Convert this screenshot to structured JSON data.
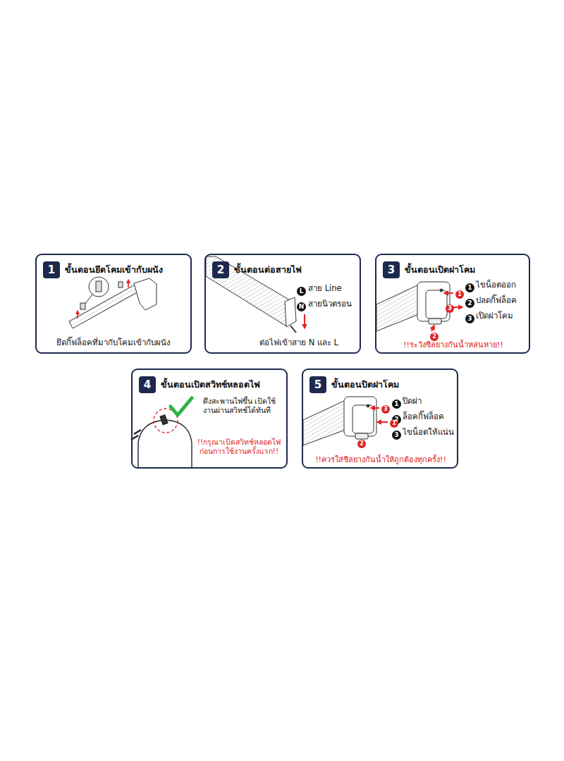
{
  "diagram": {
    "nodes": [
      {
        "text": [
          "ขั้นตอนยึดโคมเข้ากับผนัง",
          "ยึดกิ๊ฟล็อคที่มากับโคมเข้ากับผนัง"
        ]
      },
      {
        "text": [
          "1"
        ],
        "in": 0
      },
      {
        "text": [
          "ขั้นตอนต่อสายไฟ",
          "ต่อไฟเข้าสาย N และ L"
        ]
      },
      {
        "text": [
          "2"
        ],
        "in": 2
      },
      {
        "text": [
          "L"
        ],
        "in": 2
      },
      {
        "text": [
          "N"
        ],
        "in": 2
      },
      {
        "text": [
          "ขั้นตอนเปิดฝาโคม",
          "!!ระวังซีลยางกันน้ำหล่นหาย!!"
        ]
      },
      {
        "text": [
          "3"
        ],
        "in": 6
      },
      {
        "text": [
          "1"
        ],
        "in": 6
      },
      {
        "text": [
          "2"
        ],
        "in": 6
      },
      {
        "text": [
          "3"
        ],
        "in": 6
      },
      {
        "text": [
          "1"
        ],
        "in": 6
      },
      {
        "text": [
          "3"
        ],
        "in": 6
      },
      {
        "text": [
          "2"
        ],
        "in": 6
      },
      {
        "text": [
          "ขั้นตอนเปิดสวิทช์หลอดไฟ",
          "ดึงสะพานไฟขึ้น เปิดใช้งานผ่านสวิทช์ได้ทันที",
          "!!กรุณาเปิดสวิทช์หลอดไฟ ก่อนการใช้งานครั้งแรก!!"
        ]
      },
      {
        "text": [
          "4"
        ],
        "in": 14
      },
      {
        "text": [
          "ขั้นตอนปิดฝาโคม",
          "!!ควรใส่ซีลยางกันน้ำให้ถูกต้องทุกครั้ง!!"
        ]
      },
      {
        "text": [
          "5"
        ],
        "in": 16
      },
      {
        "text": [
          "1"
        ],
        "in": 16
      },
      {
        "text": [
          "2"
        ],
        "in": 16
      },
      {
        "text": [
          "3"
        ],
        "in": 16
      },
      {
        "text": [
          "3"
        ],
        "in": 16
      },
      {
        "text": [
          "1"
        ],
        "in": 16
      },
      {
        "text": [
          "2"
        ],
        "in": 16
      }
    ],
    "labels": [
      "สาย Line",
      "สายนิวตรอน",
      "ไขน็อตออก",
      "ปลดกิ๊ฟล็อค",
      "เปิดฝาโคม",
      "ปิดฝา",
      "ล็อคกิ๊ฟล็อค",
      "ไขน็อตให้แน่น"
    ]
  }
}
